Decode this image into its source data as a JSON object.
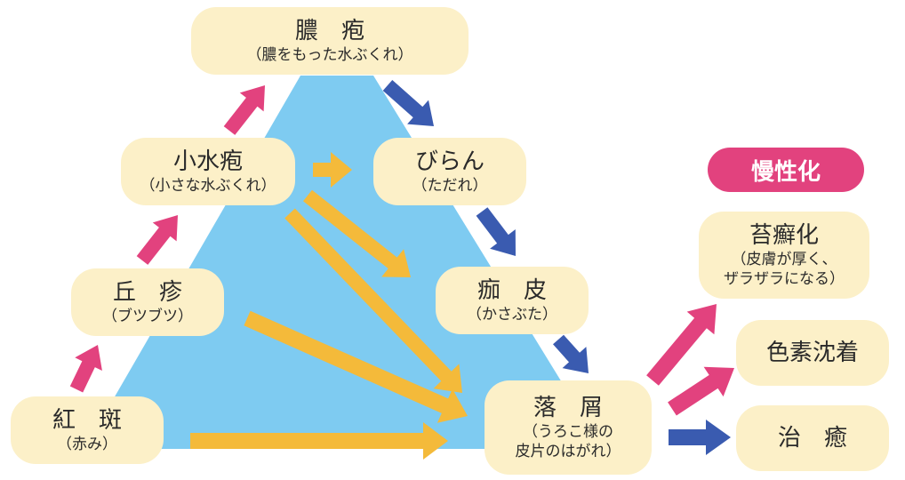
{
  "nodes": {
    "kouhan": {
      "title": "紅　斑",
      "sub": "（赤み）"
    },
    "kyushin": {
      "title": "丘　疹",
      "sub": "（ブツブツ）"
    },
    "shosuiho": {
      "title": "小水疱",
      "sub": "（小さな水ぶくれ）"
    },
    "noho": {
      "title": "膿　疱",
      "sub": "（膿をもった水ぶくれ）"
    },
    "biran": {
      "title": "びらん",
      "sub": "（ただれ）"
    },
    "kahi": {
      "title": "痂　皮",
      "sub": "（かさぶた）"
    },
    "rakusetsu": {
      "title": "落　屑",
      "sub1": "（うろこ様の",
      "sub2": "皮片のはがれ）"
    },
    "taisenka": {
      "title": "苔癬化",
      "sub1": "（皮膚が厚く、",
      "sub2": "ザラザラになる）"
    },
    "shikiso": {
      "title": "色素沈着"
    },
    "chiyu": {
      "title": "治　癒"
    }
  },
  "chronic_label": "慢性化",
  "colors": {
    "triangle": "#7ecbf1",
    "node_fill": "#fcf0c8",
    "pink_arrow": "#e2427e",
    "blue_arrow": "#3a5bb0",
    "yellow_arrow": "#f4ba3a",
    "badge": "#e2427e"
  }
}
